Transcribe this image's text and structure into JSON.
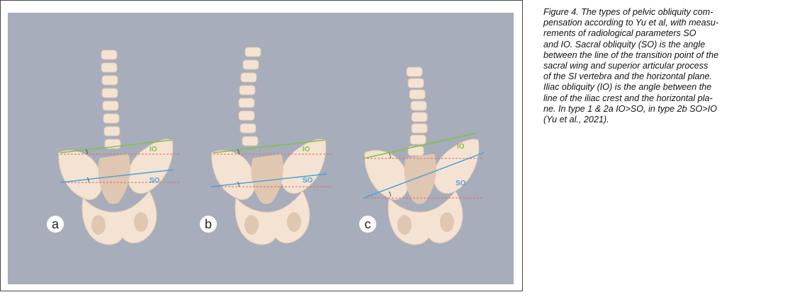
{
  "figure": {
    "colors": {
      "background": "#a7adba",
      "bone": "#f4e3d3",
      "bone_shade": "#e0c7b2",
      "io_line": "#7fc24a",
      "so_line": "#4aa3d8",
      "reference_line": "#e06a6a",
      "label_fill": "#ffffff"
    },
    "panels": [
      {
        "letter": "a",
        "io_label": "IO",
        "so_label": "SO",
        "spine": "straight"
      },
      {
        "letter": "b",
        "io_label": "IO",
        "so_label": "SO",
        "spine": "curved-left"
      },
      {
        "letter": "c",
        "io_label": "IO",
        "so_label": "SO",
        "spine": "curved-right"
      }
    ]
  },
  "caption": {
    "lines": [
      "Figure 4. The types of pelvic obliquity com-",
      "pensation according to Yu et al, with measu-",
      "rements of radiological parameters SO",
      "and IO. Sacral obliquity (SO) is the angle",
      "between the line of the transition point of the",
      "sacral wing and superior articular process",
      "of the SI vertebra and the horizontal plane.",
      "Iliac obliquity (IO) is the angle between the",
      "line of the iliac crest and the horizontal pla-",
      "ne. In type 1 & 2a IO>SO, in type 2b SO>IO",
      "(Yu et al., 2021)."
    ]
  }
}
